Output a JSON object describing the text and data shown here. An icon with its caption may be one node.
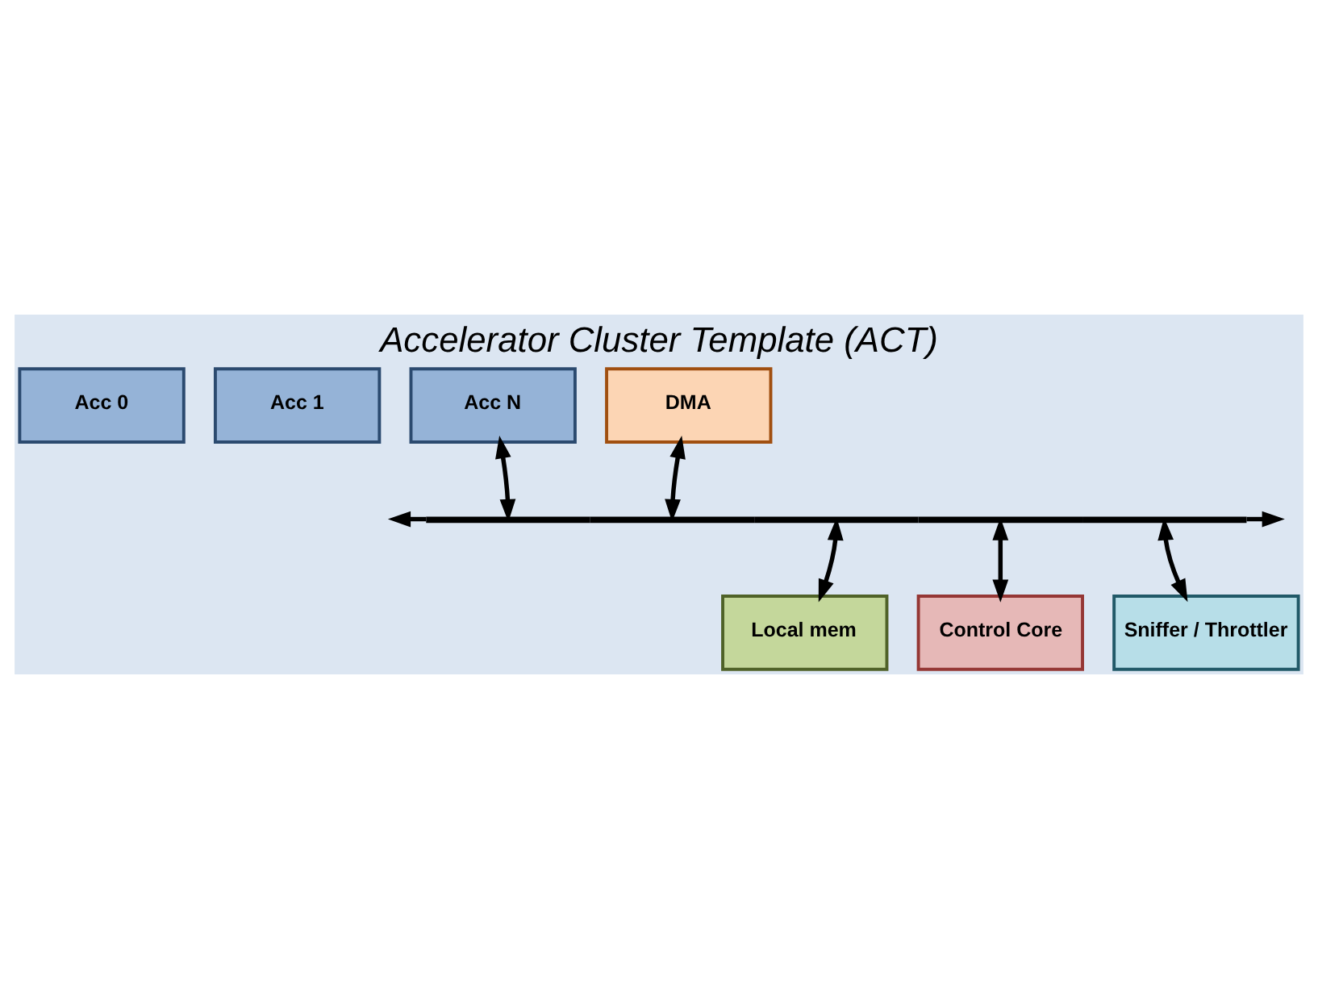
{
  "diagram": {
    "title": "Accelerator Cluster Template (ACT)",
    "nodes": [
      {
        "text": [
          "Acc 0"
        ]
      },
      {
        "text": [
          "Acc 1"
        ]
      },
      {
        "text": [
          "Acc N"
        ]
      },
      {
        "text": [
          "DMA"
        ]
      },
      {
        "text": [],
        "shape": "bar"
      },
      {
        "text": [
          "Local mem"
        ]
      },
      {
        "text": [
          "Control Core"
        ]
      },
      {
        "text": [
          "Sniffer / Throttler"
        ]
      }
    ],
    "edges": [
      {
        "from": 2,
        "to": 4,
        "arrow": "both"
      },
      {
        "from": 3,
        "to": 4,
        "arrow": "both"
      },
      {
        "from": 4,
        "to": 5,
        "arrow": "both"
      },
      {
        "from": 4,
        "to": 6,
        "arrow": "both"
      },
      {
        "from": 4,
        "to": 7,
        "arrow": "both"
      },
      {
        "from": 4,
        "to": null,
        "arrow": "to"
      },
      {
        "from": 4,
        "to": null,
        "arrow": "to"
      }
    ]
  }
}
